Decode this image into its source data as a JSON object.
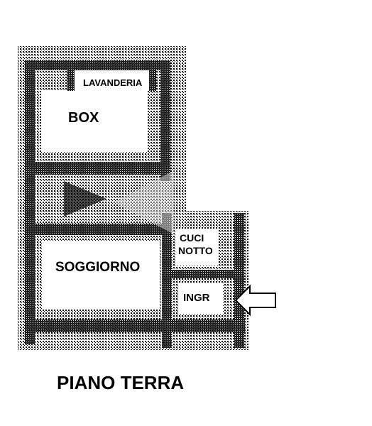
{
  "rooms": {
    "lavanderia": "LAVANDERIA",
    "box": "BOX",
    "soggiorno": "SOGGIORNO",
    "cucinotto_line1": "CUCI",
    "cucinotto_line2": "NOTTO",
    "ingresso": "INGR"
  },
  "floor_title": "PIANO TERRA",
  "colors": {
    "wall": "#111111",
    "hatch": "#000000",
    "watermark": "#bdbdbd"
  }
}
